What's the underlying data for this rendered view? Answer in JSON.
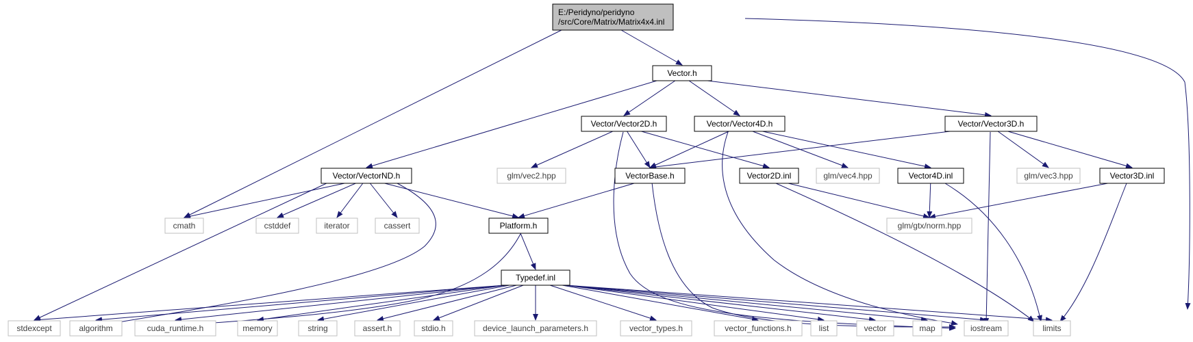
{
  "graph": {
    "colors": {
      "edge": "#191970",
      "root_fill": "#bfbfbf",
      "node_border": "#000000",
      "external_border": "#bfbfbf",
      "external_text": "#404040",
      "text": "#000000"
    },
    "nodes": [
      {
        "id": "root",
        "lines": [
          "E:/Peridyno/peridyno",
          "/src/Core/Matrix/Matrix4x4.inl"
        ],
        "style": "root"
      },
      {
        "id": "vector_h",
        "lines": [
          "Vector.h"
        ],
        "style": "file"
      },
      {
        "id": "vector2d_h",
        "lines": [
          "Vector/Vector2D.h"
        ],
        "style": "file"
      },
      {
        "id": "vector4d_h",
        "lines": [
          "Vector/Vector4D.h"
        ],
        "style": "file"
      },
      {
        "id": "vector3d_h",
        "lines": [
          "Vector/Vector3D.h"
        ],
        "style": "file"
      },
      {
        "id": "vectornd_h",
        "lines": [
          "Vector/VectorND.h"
        ],
        "style": "file"
      },
      {
        "id": "glm_vec2",
        "lines": [
          "glm/vec2.hpp"
        ],
        "style": "external"
      },
      {
        "id": "vectorbase_h",
        "lines": [
          "VectorBase.h"
        ],
        "style": "file"
      },
      {
        "id": "vector2d_inl",
        "lines": [
          "Vector2D.inl"
        ],
        "style": "file"
      },
      {
        "id": "glm_vec4",
        "lines": [
          "glm/vec4.hpp"
        ],
        "style": "external"
      },
      {
        "id": "vector4d_inl",
        "lines": [
          "Vector4D.inl"
        ],
        "style": "file"
      },
      {
        "id": "glm_vec3",
        "lines": [
          "glm/vec3.hpp"
        ],
        "style": "external"
      },
      {
        "id": "vector3d_inl",
        "lines": [
          "Vector3D.inl"
        ],
        "style": "file"
      },
      {
        "id": "cmath",
        "lines": [
          "cmath"
        ],
        "style": "external"
      },
      {
        "id": "cstddef",
        "lines": [
          "cstddef"
        ],
        "style": "external"
      },
      {
        "id": "iterator",
        "lines": [
          "iterator"
        ],
        "style": "external"
      },
      {
        "id": "cassert",
        "lines": [
          "cassert"
        ],
        "style": "external"
      },
      {
        "id": "platform_h",
        "lines": [
          "Platform.h"
        ],
        "style": "file"
      },
      {
        "id": "glm_norm",
        "lines": [
          "glm/gtx/norm.hpp"
        ],
        "style": "external"
      },
      {
        "id": "typedef_inl",
        "lines": [
          "Typedef.inl"
        ],
        "style": "file"
      },
      {
        "id": "stdexcept",
        "lines": [
          "stdexcept"
        ],
        "style": "external"
      },
      {
        "id": "algorithm",
        "lines": [
          "algorithm"
        ],
        "style": "external"
      },
      {
        "id": "cuda_runtime",
        "lines": [
          "cuda_runtime.h"
        ],
        "style": "external"
      },
      {
        "id": "memory",
        "lines": [
          "memory"
        ],
        "style": "external"
      },
      {
        "id": "string",
        "lines": [
          "string"
        ],
        "style": "external"
      },
      {
        "id": "assert_h",
        "lines": [
          "assert.h"
        ],
        "style": "external"
      },
      {
        "id": "stdio_h",
        "lines": [
          "stdio.h"
        ],
        "style": "external"
      },
      {
        "id": "device_launch",
        "lines": [
          "device_launch_parameters.h"
        ],
        "style": "external"
      },
      {
        "id": "vector_types",
        "lines": [
          "vector_types.h"
        ],
        "style": "external"
      },
      {
        "id": "vector_functions",
        "lines": [
          "vector_functions.h"
        ],
        "style": "external"
      },
      {
        "id": "list",
        "lines": [
          "list"
        ],
        "style": "external"
      },
      {
        "id": "vector",
        "lines": [
          "vector"
        ],
        "style": "external"
      },
      {
        "id": "map",
        "lines": [
          "map"
        ],
        "style": "external"
      },
      {
        "id": "iostream",
        "lines": [
          "iostream"
        ],
        "style": "external"
      },
      {
        "id": "limits",
        "lines": [
          "limits"
        ],
        "style": "external"
      }
    ],
    "edges": [
      [
        "root",
        "vector_h"
      ],
      [
        "root",
        "cmath"
      ],
      [
        "root",
        "limits"
      ],
      [
        "vector_h",
        "vector2d_h"
      ],
      [
        "vector_h",
        "vector4d_h"
      ],
      [
        "vector_h",
        "vector3d_h"
      ],
      [
        "vector_h",
        "vectornd_h"
      ],
      [
        "vector2d_h",
        "glm_vec2"
      ],
      [
        "vector2d_h",
        "vectorbase_h"
      ],
      [
        "vector2d_h",
        "vector2d_inl"
      ],
      [
        "vector2d_h",
        "iostream"
      ],
      [
        "vector4d_h",
        "vectorbase_h"
      ],
      [
        "vector4d_h",
        "glm_vec4"
      ],
      [
        "vector4d_h",
        "vector4d_inl"
      ],
      [
        "vector4d_h",
        "iostream"
      ],
      [
        "vector3d_h",
        "vectorbase_h"
      ],
      [
        "vector3d_h",
        "glm_vec3"
      ],
      [
        "vector3d_h",
        "vector3d_inl"
      ],
      [
        "vector3d_h",
        "iostream"
      ],
      [
        "vectornd_h",
        "cmath"
      ],
      [
        "vectornd_h",
        "cstddef"
      ],
      [
        "vectornd_h",
        "iterator"
      ],
      [
        "vectornd_h",
        "cassert"
      ],
      [
        "vectornd_h",
        "platform_h"
      ],
      [
        "vectornd_h",
        "stdexcept"
      ],
      [
        "vectornd_h",
        "algorithm"
      ],
      [
        "vectorbase_h",
        "platform_h"
      ],
      [
        "vectorbase_h",
        "iostream"
      ],
      [
        "vector2d_inl",
        "glm_norm"
      ],
      [
        "vector2d_inl",
        "limits"
      ],
      [
        "vector4d_inl",
        "glm_norm"
      ],
      [
        "vector4d_inl",
        "limits"
      ],
      [
        "vector3d_inl",
        "glm_norm"
      ],
      [
        "vector3d_inl",
        "limits"
      ],
      [
        "platform_h",
        "typedef_inl"
      ],
      [
        "platform_h",
        "cuda_runtime"
      ],
      [
        "typedef_inl",
        "stdexcept"
      ],
      [
        "typedef_inl",
        "algorithm"
      ],
      [
        "typedef_inl",
        "cuda_runtime"
      ],
      [
        "typedef_inl",
        "memory"
      ],
      [
        "typedef_inl",
        "string"
      ],
      [
        "typedef_inl",
        "assert_h"
      ],
      [
        "typedef_inl",
        "stdio_h"
      ],
      [
        "typedef_inl",
        "device_launch"
      ],
      [
        "typedef_inl",
        "vector_types"
      ],
      [
        "typedef_inl",
        "vector_functions"
      ],
      [
        "typedef_inl",
        "list"
      ],
      [
        "typedef_inl",
        "vector"
      ],
      [
        "typedef_inl",
        "map"
      ],
      [
        "typedef_inl",
        "iostream"
      ],
      [
        "typedef_inl",
        "limits"
      ]
    ]
  }
}
